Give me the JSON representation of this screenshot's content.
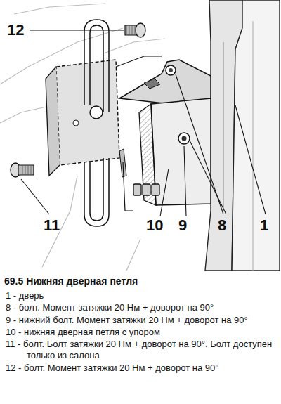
{
  "diagram": {
    "title": "69.5 Нижняя дверная петля",
    "labels": [
      "12",
      "11",
      "10",
      "9",
      "8",
      "1",
      "1 - дверь",
      "8 - болт. Момент затяжки 20 Нм + доворот на 90°",
      "9 - нижний болт. Момент затяжки 20 Нм + доворот на 90°",
      "10 - нижняя дверная петля с упором",
      "11 - болт. Болт затяжки 20 Нм + доворот на 90°. Болт доступен только из салона",
      "12 - болт. Момент затяжки 20 Нм + доворот на 90°"
    ]
  }
}
